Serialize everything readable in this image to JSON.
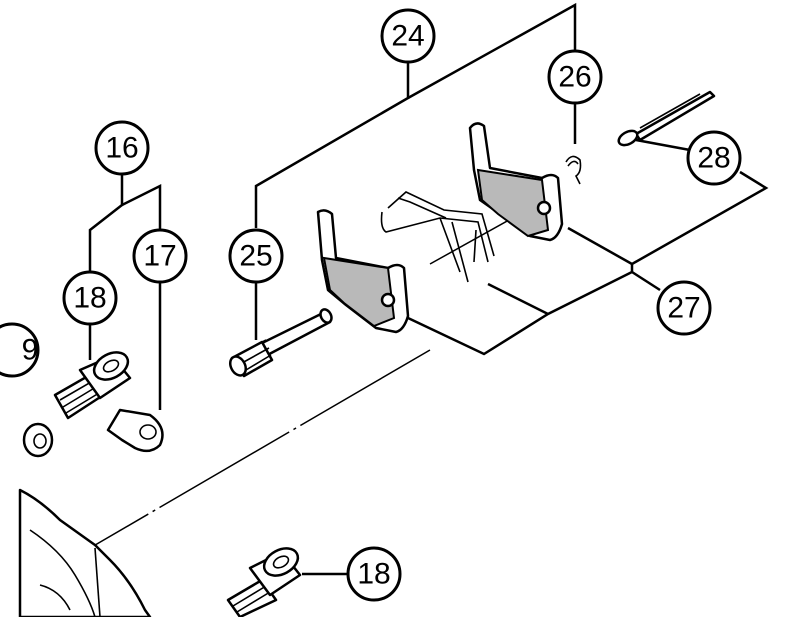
{
  "callouts": {
    "c16": "16",
    "c17": "17",
    "c18a": "18",
    "c18b": "18",
    "c19": "9",
    "c24": "24",
    "c25": "25",
    "c26": "26",
    "c27": "27",
    "c28": "28"
  },
  "colors": {
    "line": "#000000",
    "background": "#ffffff",
    "pad_material": "#b9b9b9"
  }
}
